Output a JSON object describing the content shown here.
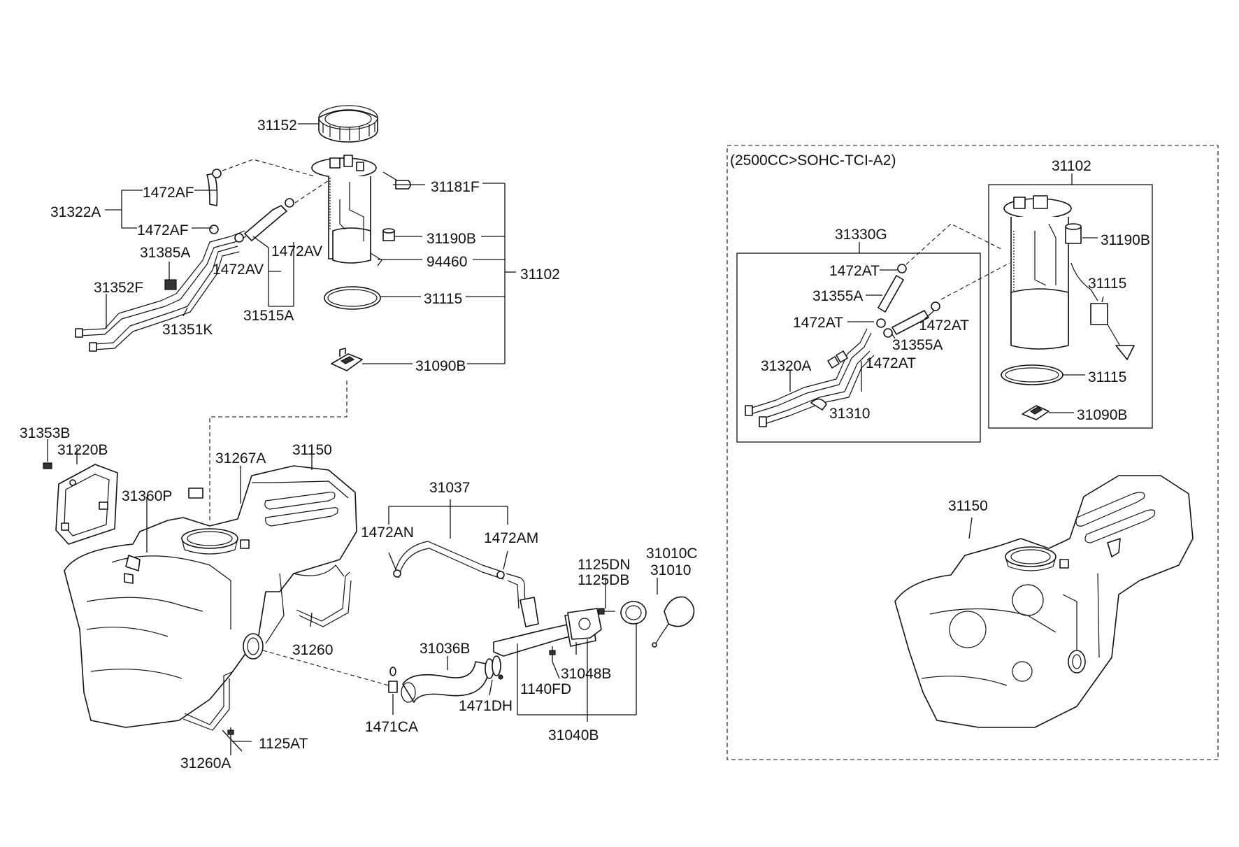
{
  "diagram": {
    "variant_box_title": "(2500CC>SOHC-TCI-A2)",
    "main_labels": {
      "p31152": "31152",
      "p31181F": "31181F",
      "p31190B": "31190B",
      "p94460": "94460",
      "p31102": "31102",
      "p31115": "31115",
      "p31090B": "31090B",
      "p31322A": "31322A",
      "p1472AF_top": "1472AF",
      "p1472AF_bot": "1472AF",
      "p31385A": "31385A",
      "p1472AV_left": "1472AV",
      "p1472AV_right": "1472AV",
      "p31352F": "31352F",
      "p31351K": "31351K",
      "p31515A": "31515A",
      "p31353B": "31353B",
      "p31220B": "31220B",
      "p31360P": "31360P",
      "p31267A": "31267A",
      "p31150": "31150",
      "p31260": "31260",
      "p31260A": "31260A",
      "p1125AT": "1125AT",
      "p31037": "31037",
      "p1472AN": "1472AN",
      "p1472AM": "1472AM",
      "p1125DN": "1125DN",
      "p1125DB": "1125DB",
      "p31010C": "31010C",
      "p31010": "31010",
      "p31036B": "31036B",
      "p31048B": "31048B",
      "p1140FD": "1140FD",
      "p1471DH": "1471DH",
      "p1471CA": "1471CA",
      "p31040B": "31040B"
    },
    "variant_labels": {
      "v31102": "31102",
      "v31330G": "31330G",
      "v1472AT_1": "1472AT",
      "v31355A_1": "31355A",
      "v1472AT_2": "1472AT",
      "v1472AT_3": "1472AT",
      "v31355A_2": "31355A",
      "v1472AT_4": "1472AT",
      "v31320A": "31320A",
      "v31310": "31310",
      "v31190B": "31190B",
      "v31115_a": "31115",
      "v31115_b": "31115",
      "v31090B": "31090B",
      "v31150": "31150"
    }
  }
}
